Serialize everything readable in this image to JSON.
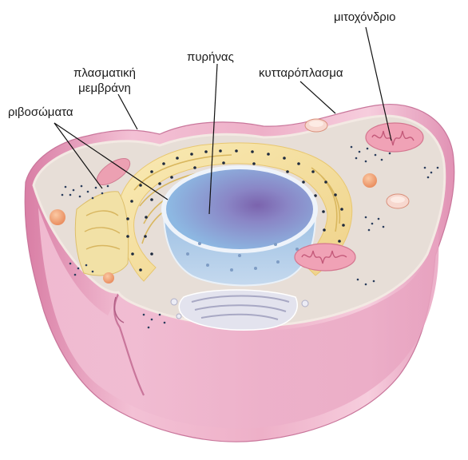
{
  "labels": {
    "membrane_line1": "πλασματική",
    "membrane_line2": "μεμβράνη",
    "ribosomes": "ριβοσώματα",
    "nucleus": "πυρήνας",
    "cytoplasm": "κυτταρόπλασμα",
    "mitochondrion": "μιτοχόνδριο"
  },
  "colors": {
    "membrane": "#e9a8c3",
    "membrane_dark": "#d985aa",
    "cytoplasm_surface": "#e6ddd6",
    "nucleus": "#8fb2dc",
    "nucleolus": "#8a6fb4",
    "endoplasmic_reticulum": "#f4e3a3",
    "ribosome_dots": "#2a3a55",
    "mitochondrion": "#f0a0b4",
    "vesicle": "#f0a478"
  }
}
